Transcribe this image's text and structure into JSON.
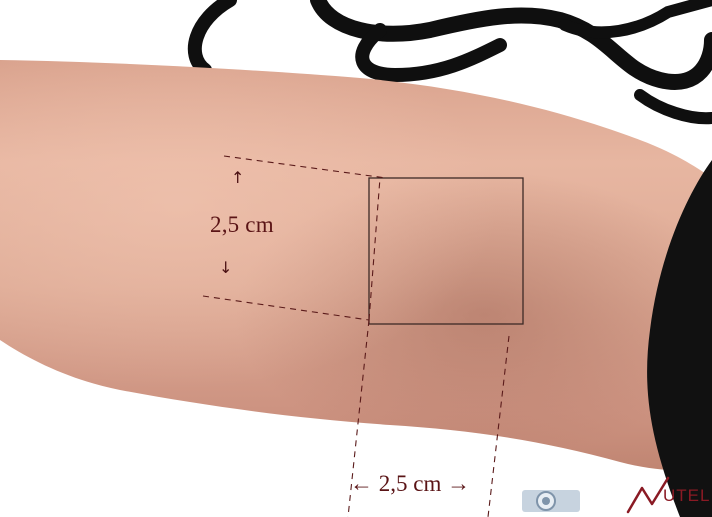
{
  "measurements": {
    "vertical_label": "2,5 cm",
    "horizontal_label": "2,5 cm",
    "arrow_up": "↑",
    "arrow_down": "↓",
    "arrow_left": "←",
    "arrow_right": "→"
  },
  "logos": {
    "right_logo_text": "UTEL"
  },
  "colors": {
    "skin_light": "#e6b39e",
    "skin_mid": "#d69a84",
    "skin_dark": "#b67a68",
    "dashed_line": "#5a1a1a",
    "label_text": "#5a1416",
    "sleeve": "#111111",
    "tube": "#0f0f0f"
  }
}
